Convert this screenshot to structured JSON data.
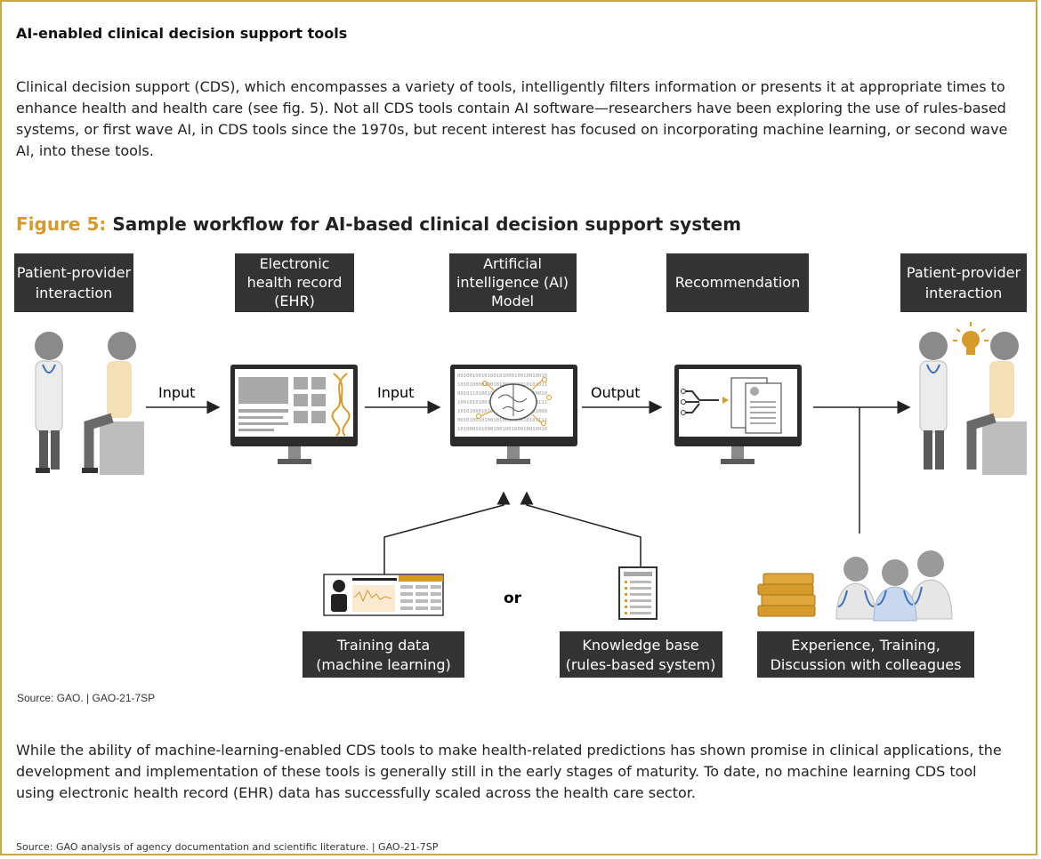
{
  "box_heading": "AI-enabled clinical decision support tools",
  "intro_paragraph": "Clinical decision support (CDS), which encompasses a variety of tools, intelligently filters information or presents it at appropriate times to enhance health and health care (see fig. 5). Not all CDS tools contain AI software—researchers have been exploring the use of rules-based systems, or first wave AI, in CDS tools since the 1970s, but recent interest has focused on incorporating machine learning, or second wave AI, into these tools.",
  "figure": {
    "label": "Figure 5:",
    "title": "Sample workflow for AI-based clinical decision support system",
    "stages": [
      [
        "Patient-provider",
        "interaction"
      ],
      [
        "Electronic",
        "health record",
        "(EHR)"
      ],
      [
        "Artificial",
        "intelligence (AI)",
        "Model"
      ],
      [
        "Recommendation"
      ],
      [
        "Patient-provider",
        "interaction"
      ]
    ],
    "arrows": [
      "Input",
      "Input",
      "Output"
    ],
    "or_label": "or",
    "bottom_boxes": [
      [
        "Training data",
        "(machine learning)"
      ],
      [
        "Knowledge base",
        "(rules-based system)"
      ],
      [
        "Experience, Training,",
        "Discussion with colleagues"
      ]
    ],
    "source": "Source: GAO.  |  GAO-21-7SP",
    "binary_rows": [
      "001001001010010100010010010010",
      "101010000100101000010010101011",
      "001011010010101010100101010010",
      "100101010010010101010010010111",
      "101010001010010010010100101000",
      "001010010100101001010010101111",
      "101000101000100100100010010010"
    ]
  },
  "closing_paragraph": "While the ability of machine-learning-enabled CDS tools to make health-related predictions has shown promise in clinical applications, the development and implementation of these tools is generally still in the early stages of maturity. To date, no machine learning CDS tool using electronic health record (EHR) data has successfully scaled across the health care sector.",
  "bottom_source": "Source: GAO analysis of agency documentation and scientific literature. | GAO-21-7SP",
  "colors": {
    "accent": "#d69a2c",
    "dark_box": "#333333",
    "border": "#c8a74c"
  }
}
